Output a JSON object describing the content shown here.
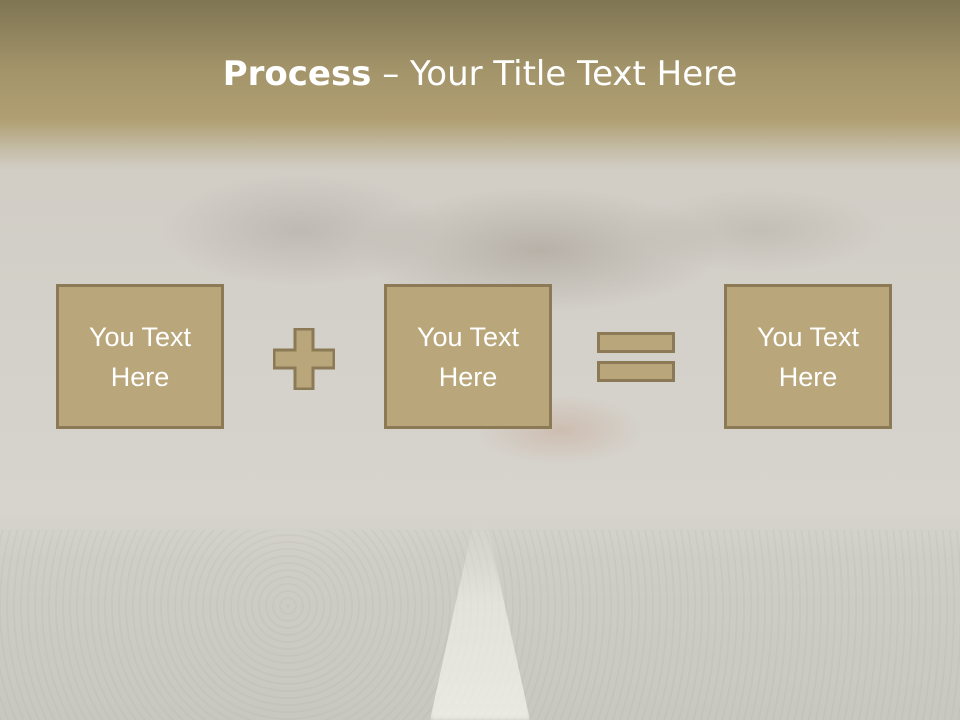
{
  "slide": {
    "title_bold": "Process",
    "title_rest": " – Your Title Text Here",
    "boxes": [
      {
        "line1": "You Text",
        "line2": "Here"
      },
      {
        "line1": "You Text",
        "line2": "Here"
      },
      {
        "line1": "You Text",
        "line2": "Here"
      }
    ],
    "operators": [
      "plus-icon",
      "equals-icon"
    ],
    "colors": {
      "box_fill": "#b9a67a",
      "box_border": "#8b7a55",
      "header_band": "#a3946a",
      "text": "#ffffff"
    }
  }
}
